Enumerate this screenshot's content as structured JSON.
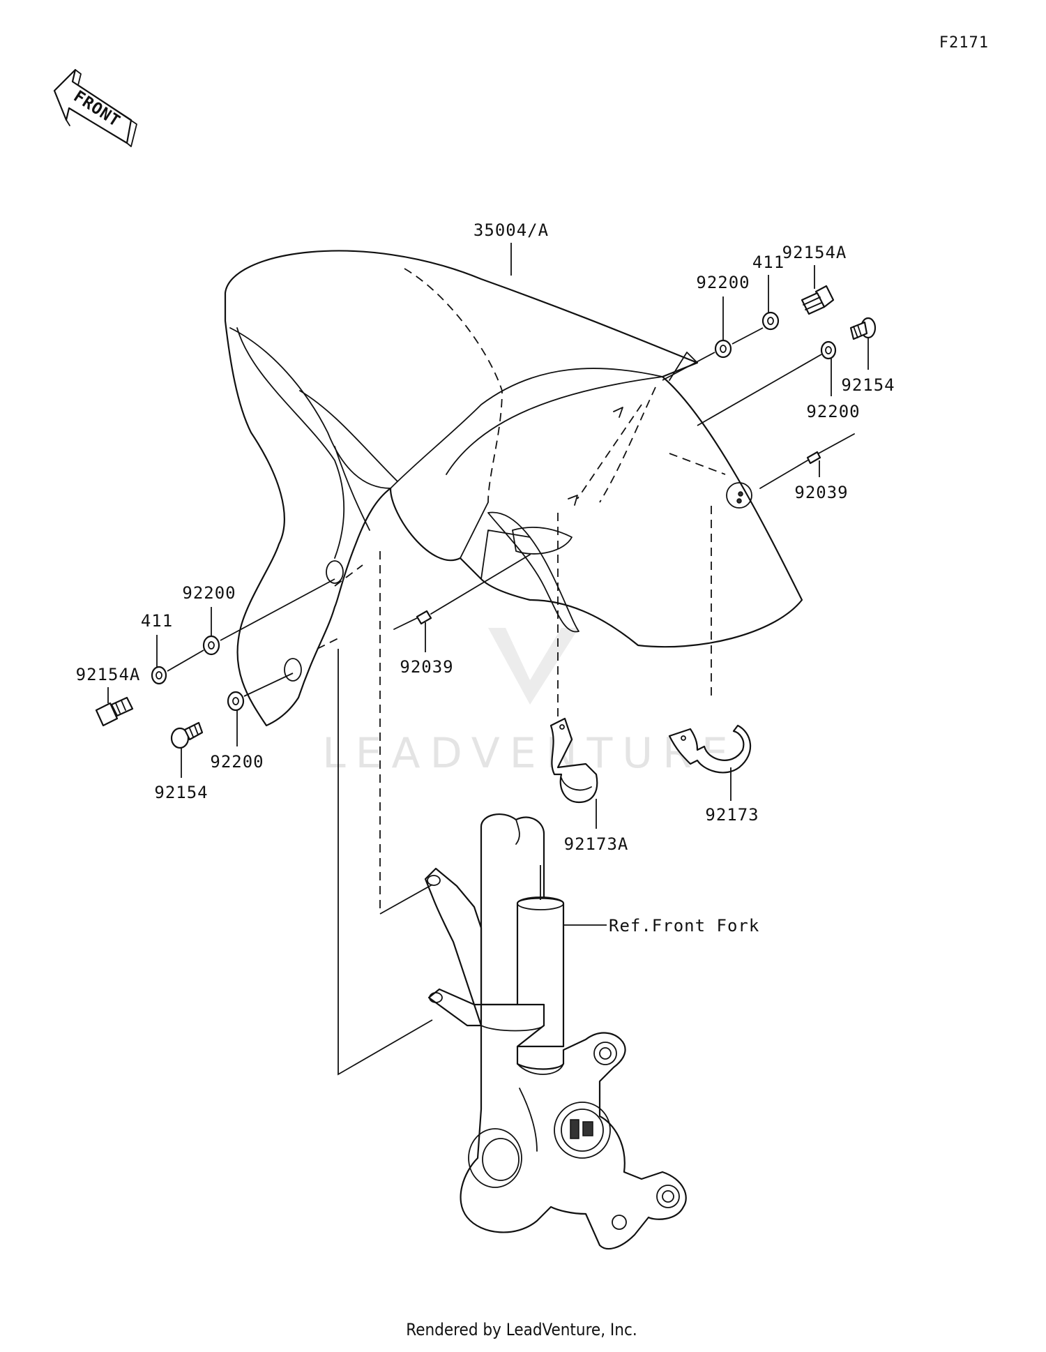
{
  "figure_id": "F2171",
  "front_indicator": "FRONT",
  "watermark": "LEADVENTURE",
  "footer": "Rendered by LeadVenture, Inc.",
  "callouts": {
    "fender": "35004/A",
    "bolt_top_right_a": "92154A",
    "collar_top_right": "411",
    "washer_top_right_1": "92200",
    "bolt_top_right": "92154",
    "washer_top_right_2": "92200",
    "clip_right": "92039",
    "clip_center": "92039",
    "washer_left_1": "92200",
    "collar_left": "411",
    "bolt_left_a": "92154A",
    "washer_left_2": "92200",
    "bolt_left": "92154",
    "clamp_right": "92173",
    "clamp_center": "92173A",
    "fork_ref": "Ref.Front Fork"
  },
  "colors": {
    "line": "#111111",
    "watermark": "#e4e4e4",
    "background": "#ffffff"
  }
}
